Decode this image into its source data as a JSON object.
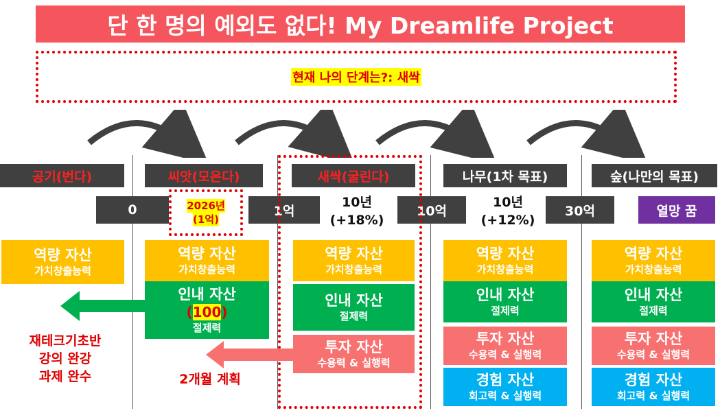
{
  "title": "단 한 명의 예외도 없다! My Dreamlife Project",
  "current_stage": "현재 나의 단계는?: 새싹",
  "phases": [
    {
      "label": "공기(번다)",
      "color": "#ff2020"
    },
    {
      "label": "씨앗(모은다)",
      "color": "#ff2020"
    },
    {
      "label": "새싹(굴린다)",
      "color": "#ff2020"
    },
    {
      "label": "나무(1차 목표)",
      "color": "#ffffff"
    },
    {
      "label": "숲(나만의 목표)",
      "color": "#ffffff"
    }
  ],
  "milestones": {
    "m0": "0",
    "m1": "1억",
    "m2": "10억",
    "m3": "30억",
    "m4": "열망 꿈"
  },
  "target_year": {
    "line1": "2026년",
    "line2": "(1억)"
  },
  "periods": [
    {
      "line1": "10년",
      "line2": "(+18%)"
    },
    {
      "line1": "10년",
      "line2": "(+12%)"
    }
  ],
  "assets": {
    "competence": {
      "title": "역량 자산",
      "sub": "가치창출능력"
    },
    "patience": {
      "title": "인내 자산",
      "sub": "절제력",
      "value_open": "(",
      "value": "100",
      "value_close": ")"
    },
    "investment": {
      "title": "투자 자산",
      "sub": "수용력 & 실행력"
    },
    "experience": {
      "title": "경험 자산",
      "sub": "회고력 & 실행력"
    }
  },
  "notes": {
    "left": [
      "재테크기초반",
      "강의 완강",
      "과제 완수"
    ],
    "plan": "2개월 계획"
  },
  "colors": {
    "banner": "#f5555d",
    "dark": "#404040",
    "orange": "#ffc000",
    "green": "#00b050",
    "pink": "#f87171",
    "blue": "#00b0f0",
    "purple": "#7030a0",
    "red": "#e00000"
  }
}
